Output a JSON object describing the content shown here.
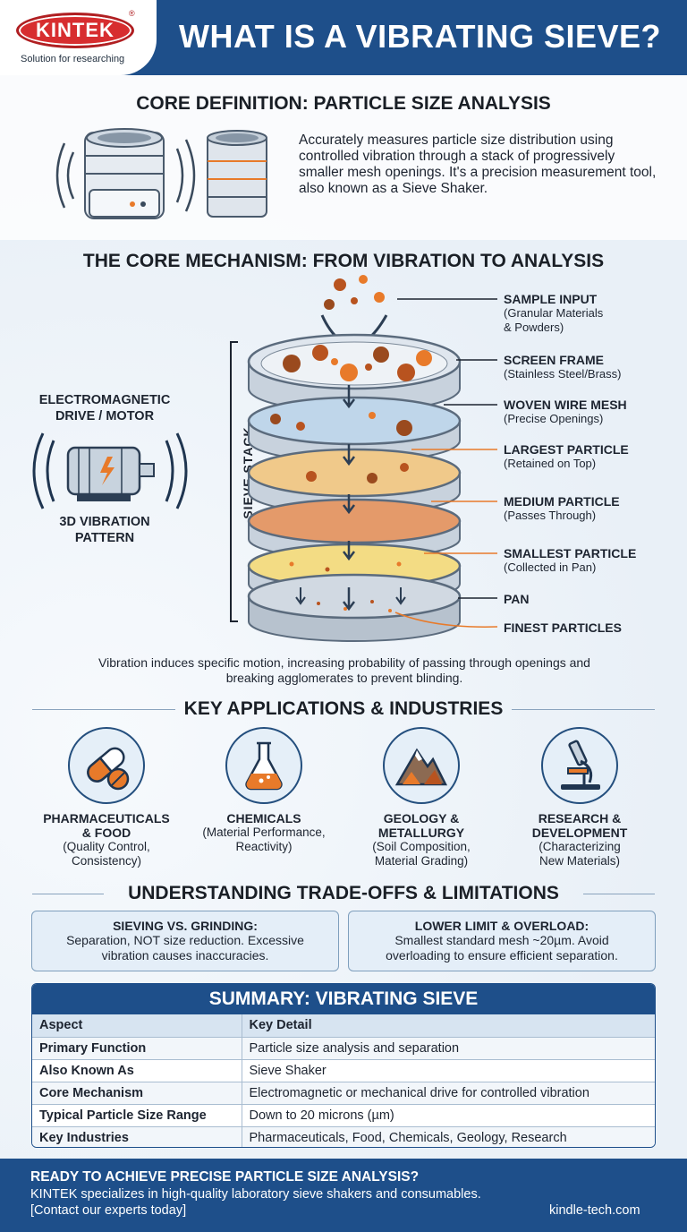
{
  "header": {
    "logo_text": "KINTEK",
    "logo_reg": "®",
    "logo_tagline": "Solution for researching",
    "title": "WHAT IS A VIBRATING SIEVE?"
  },
  "core_definition": {
    "heading": "CORE DEFINITION: PARTICLE SIZE ANALYSIS",
    "text": "Accurately measures particle size distribution using controlled vibration through a stack of progressively smaller mesh openings. It's a precision measurement tool, also known as a Sieve Shaker."
  },
  "mechanism": {
    "heading": "THE CORE MECHANISM: FROM VIBRATION TO ANALYSIS",
    "drive_label": "ELECTROMAGNETIC\nDRIVE / MOTOR",
    "pattern_label": "3D VIBRATION\nPATTERN",
    "stack_label": "SIEVE STACK",
    "callouts": [
      {
        "title": "SAMPLE INPUT",
        "desc": "(Granular Materials\n& Powders)"
      },
      {
        "title": "SCREEN FRAME",
        "desc": "(Stainless Steel/Brass)"
      },
      {
        "title": "WOVEN WIRE MESH",
        "desc": "(Precise Openings)"
      },
      {
        "title": "LARGEST PARTICLE",
        "desc": "(Retained on Top)"
      },
      {
        "title": "MEDIUM PARTICLE",
        "desc": "(Passes Through)"
      },
      {
        "title": "SMALLEST PARTICLE",
        "desc": "(Collected in Pan)"
      },
      {
        "title": "PAN",
        "desc": ""
      },
      {
        "title": "FINEST PARTICLES",
        "desc": ""
      }
    ],
    "note": "Vibration induces specific motion, increasing probability of passing through openings and breaking agglomerates to prevent blinding."
  },
  "applications": {
    "heading": "KEY APPLICATIONS & INDUSTRIES",
    "items": [
      {
        "title": "PHARMACEUTICALS\n& FOOD",
        "desc": "(Quality Control,\nConsistency)",
        "icon": "pill-icon"
      },
      {
        "title": "CHEMICALS",
        "desc": "(Material Performance,\nReactivity)",
        "icon": "flask-icon"
      },
      {
        "title": "GEOLOGY &\nMETALLURGY",
        "desc": "(Soil Composition,\nMaterial Grading)",
        "icon": "mountain-icon"
      },
      {
        "title": "RESEARCH &\nDEVELOPMENT",
        "desc": "(Characterizing\nNew Materials)",
        "icon": "microscope-icon"
      }
    ]
  },
  "tradeoffs": {
    "heading": "UNDERSTANDING TRADE-OFFS & LIMITATIONS",
    "items": [
      {
        "title": "SIEVING VS. GRINDING:",
        "desc": "Separation, NOT size reduction. Excessive\nvibration causes inaccuracies."
      },
      {
        "title": "LOWER LIMIT & OVERLOAD:",
        "desc": "Smallest standard mesh ~20µm. Avoid\noverloading to ensure efficient separation."
      }
    ]
  },
  "summary": {
    "heading": "SUMMARY: VIBRATING SIEVE",
    "columns": [
      "Aspect",
      "Key Detail"
    ],
    "rows": [
      [
        "Primary Function",
        "Particle size analysis and separation"
      ],
      [
        "Also Known As",
        "Sieve Shaker"
      ],
      [
        "Core Mechanism",
        "Electromagnetic or mechanical drive for controlled vibration"
      ],
      [
        "Typical Particle Size Range",
        "Down to 20 microns (µm)"
      ],
      [
        "Key Industries",
        "Pharmaceuticals, Food, Chemicals, Geology, Research"
      ]
    ]
  },
  "footer": {
    "cta": "READY TO ACHIEVE PRECISE PARTICLE SIZE ANALYSIS?",
    "text": "KINTEK specializes in high-quality laboratory sieve shakers and consumables.",
    "link": "[Contact our experts today]",
    "site": "kindle-tech.com"
  },
  "colors": {
    "brand_blue": "#1e4f8a",
    "brand_red": "#d72d2f",
    "accent_orange": "#e87a2a"
  }
}
